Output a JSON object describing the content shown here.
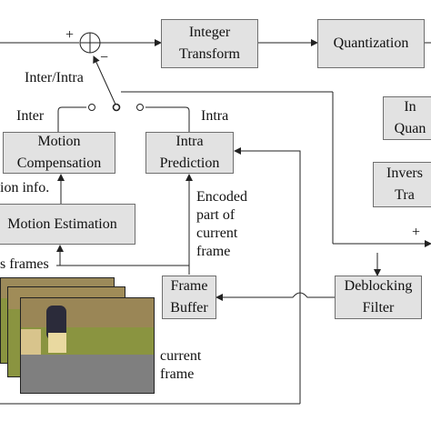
{
  "blocks": {
    "integer_transform": "Integer\nTransform",
    "quantization": "Quantization",
    "inverse_quant": "In\nQuan",
    "inverse_transform": "Invers\nTra",
    "motion_compensation": "Motion\nCompensation",
    "intra_prediction": "Intra\nPrediction",
    "motion_estimation": "Motion Estimation",
    "frame_buffer": "Frame\nBuffer",
    "deblocking_filter": "Deblocking\nFilter"
  },
  "labels": {
    "plus_top": "+",
    "minus_top": "−",
    "plus_right": "+",
    "inter_intra": "Inter/Intra",
    "inter": "Inter",
    "intra": "Intra",
    "motion_info": "ion info.",
    "ref_frames": "s frames",
    "encoded_part": "Encoded\npart of\ncurrent\nframe",
    "current_frame": "current\nframe"
  },
  "colors": {
    "block_fill": "#e2e2e2",
    "block_border": "#6f6f6f",
    "line": "#222222",
    "field_green": "#7a8a3a",
    "frame_gray": "#7f7f7f"
  }
}
